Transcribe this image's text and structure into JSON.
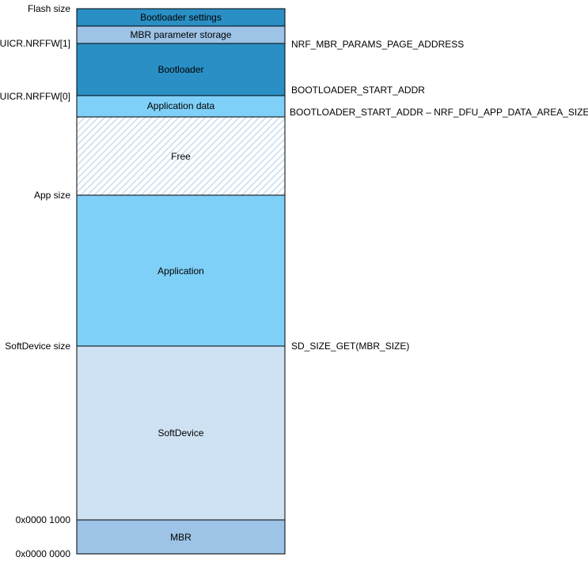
{
  "colors": {
    "bootloader_settings": "#2a8fc4",
    "mbr_parameter_storage": "#9dc3e6",
    "bootloader": "#2a8fc4",
    "application_data": "#7fd0f8",
    "free_stripe": "#cfe2f3",
    "application": "#7fd0f8",
    "softdevice": "#cfe2f3",
    "mbr": "#9dc3e6",
    "border": "#000000"
  },
  "regions": [
    {
      "key": "bootloader_settings",
      "label": "Bootloader settings"
    },
    {
      "key": "mbr_parameter_storage",
      "label": "MBR parameter storage"
    },
    {
      "key": "bootloader",
      "label": "Bootloader"
    },
    {
      "key": "application_data",
      "label": "Application data"
    },
    {
      "key": "free",
      "label": "Free"
    },
    {
      "key": "application",
      "label": "Application"
    },
    {
      "key": "softdevice",
      "label": "SoftDevice"
    },
    {
      "key": "mbr",
      "label": "MBR"
    }
  ],
  "left_labels": {
    "flash_size": "Flash size",
    "uicr_nrffw_1": "UICR.NRFFW[1]",
    "uicr_nrffw_0": "UICR.NRFFW[0]",
    "app_size": "App size",
    "softdevice_size": "SoftDevice size",
    "addr_1000": "0x0000 1000",
    "addr_0000": "0x0000 0000"
  },
  "right_labels": {
    "mbr_params_page": "NRF_MBR_PARAMS_PAGE_ADDRESS",
    "bootloader_start": "BOOTLOADER_START_ADDR",
    "app_data_start": "BOOTLOADER_START_ADDR – NRF_DFU_APP_DATA_AREA_SIZE",
    "sd_size": "SD_SIZE_GET(MBR_SIZE)"
  }
}
